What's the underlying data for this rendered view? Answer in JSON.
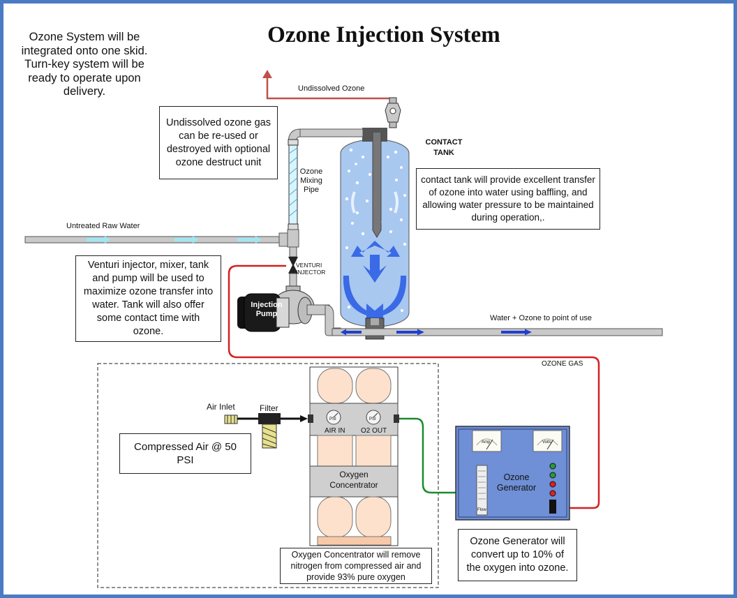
{
  "title": "Ozone Injection System",
  "intro_note": "Ozone System will be integrated onto one skid.  Turn-key system will be ready to operate upon delivery.",
  "boxes": {
    "undissolved_reuse": "Undissolved ozone gas can be re-used or destroyed with optional ozone destruct unit",
    "contact_tank_note": "contact tank will provide excellent transfer of ozone into water using baffling, and allowing water pressure to be maintained during operation,.",
    "venturi_note": "Venturi injector, mixer, tank and pump will be used to maximize ozone transfer into water.  Tank will also offer some contact time with ozone.",
    "compressed_air": "Compressed Air @ 50 PSI",
    "oxygen_concentrator_note": "Oxygen Concentrator will remove nitrogen from compressed air and provide 93% pure oxygen",
    "ozone_generator_note": "Ozone Generator will convert up to 10% of the oxygen into ozone."
  },
  "labels": {
    "undissolved_ozone": "Undissolved Ozone",
    "contact_tank": "CONTACT\nTANK",
    "ozone_mixing_pipe": "Ozone\nMixing\nPipe",
    "untreated_raw_water": "Untreated Raw Water",
    "venturi_injector": "VENTURI\nINJECTOR",
    "injection_pump": "Injection\nPump",
    "water_ozone_out": "Water + Ozone to point of use",
    "ozone_gas": "OZONE GAS",
    "air_inlet": "Air Inlet",
    "filter": "Filter",
    "air_in": "AIR IN",
    "o2_out": "O2 OUT",
    "psi": "PSI",
    "oxygen_concentrator": "Oxygen\nConcentrator",
    "ozone_generator": "Ozone\nGenerator",
    "amp": "Amp",
    "volts": "Volts",
    "flow": "Flow"
  },
  "colors": {
    "frame": "#4a7bc4",
    "ozone_gas_line": "#d42020",
    "oxygen_line": "#1a8a2a",
    "exhaust_arrow": "#c0504d",
    "water_arrow": "#2040d0",
    "tank_fill": "#a9c8f0",
    "generator_fill": "#6f8fd6",
    "concentrator_cylinder": "#fde1cc"
  }
}
